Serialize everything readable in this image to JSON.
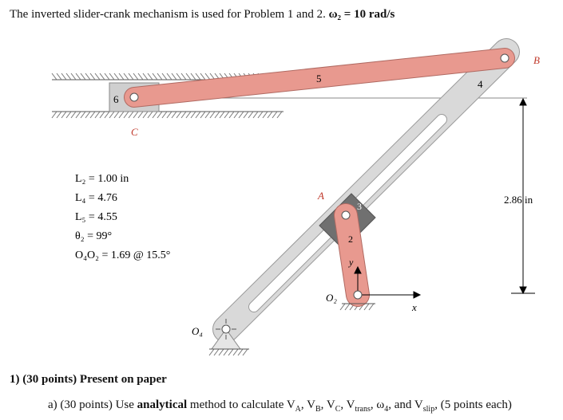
{
  "header": {
    "text": "The inverted slider-crank mechanism is used for Problem 1 and 2.",
    "omega_given": "ω₂ = 10 rad/s"
  },
  "figure": {
    "link_labels": {
      "l2": "2",
      "l3": "3",
      "l4": "4",
      "l5": "5",
      "l6": "6"
    },
    "point_labels": {
      "A": "A",
      "B": "B",
      "C": "C",
      "O2": "O₂",
      "O4": "O₄"
    },
    "axis_labels": {
      "x": "x",
      "y": "y"
    },
    "dimension": "2.86 in",
    "given": [
      "L₂ = 1.00 in",
      "L₄ = 4.76",
      "L₅ = 4.55",
      "θ₂ = 99°",
      "O₄O₂ = 1.69 @ 15.5°"
    ]
  },
  "questions": {
    "q1": "1) (30 points) Present on paper",
    "qa_prefix": "a) (30 points) Use ",
    "qa_bold": "analytical",
    "qa_rest": " method to calculate V",
    "qa_tail": " (5 points each)"
  },
  "colors": {
    "link_salmon": "#e8998f",
    "link_gray": "#d9d9d9",
    "slider_dark": "#707070",
    "block_gray": "#cfcfcf"
  }
}
